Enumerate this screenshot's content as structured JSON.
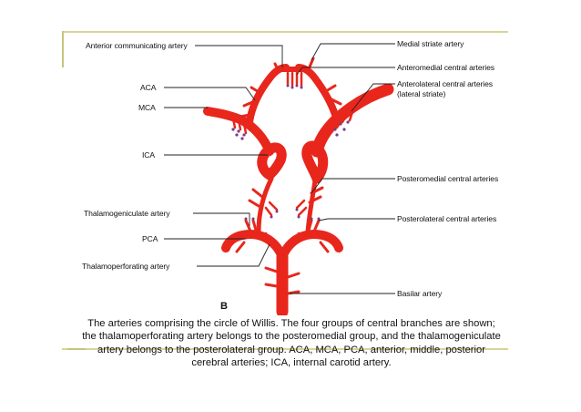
{
  "figure": {
    "panel_letter": "B",
    "labels_left": {
      "anterior_communicating": "Anterior communicating artery",
      "aca": "ACA",
      "mca": "MCA",
      "ica": "ICA",
      "thalamogeniculate": "Thalamogeniculate artery",
      "pca": "PCA",
      "thalamoperforating": "Thalamoperforating artery"
    },
    "labels_right": {
      "medial_striate": "Medial striate artery",
      "anteromedial": "Anteromedial central arteries",
      "anterolateral_line1": "Anterolateral central arteries",
      "anterolateral_line2": "(lateral striate)",
      "posteromedial": "Posteromedial central arteries",
      "posterolateral": "Posterolateral central arteries",
      "basilar": "Basilar artery"
    },
    "artery_color": "#e8261c",
    "leader_color": "#222222"
  },
  "caption": {
    "line1": "The arteries comprising the circle of Willis. The four groups of central branches are shown;",
    "line2": "the thalamoperforating artery belongs to the posteromedial group, and the thalamogeniculate",
    "line3": "artery belongs to the posterolateral group. ACA, MCA, PCA, anterior, middle, posterior",
    "line4": "cerebral arteries; ICA, internal carotid artery."
  },
  "frame": {
    "color": "#d8d49a"
  }
}
